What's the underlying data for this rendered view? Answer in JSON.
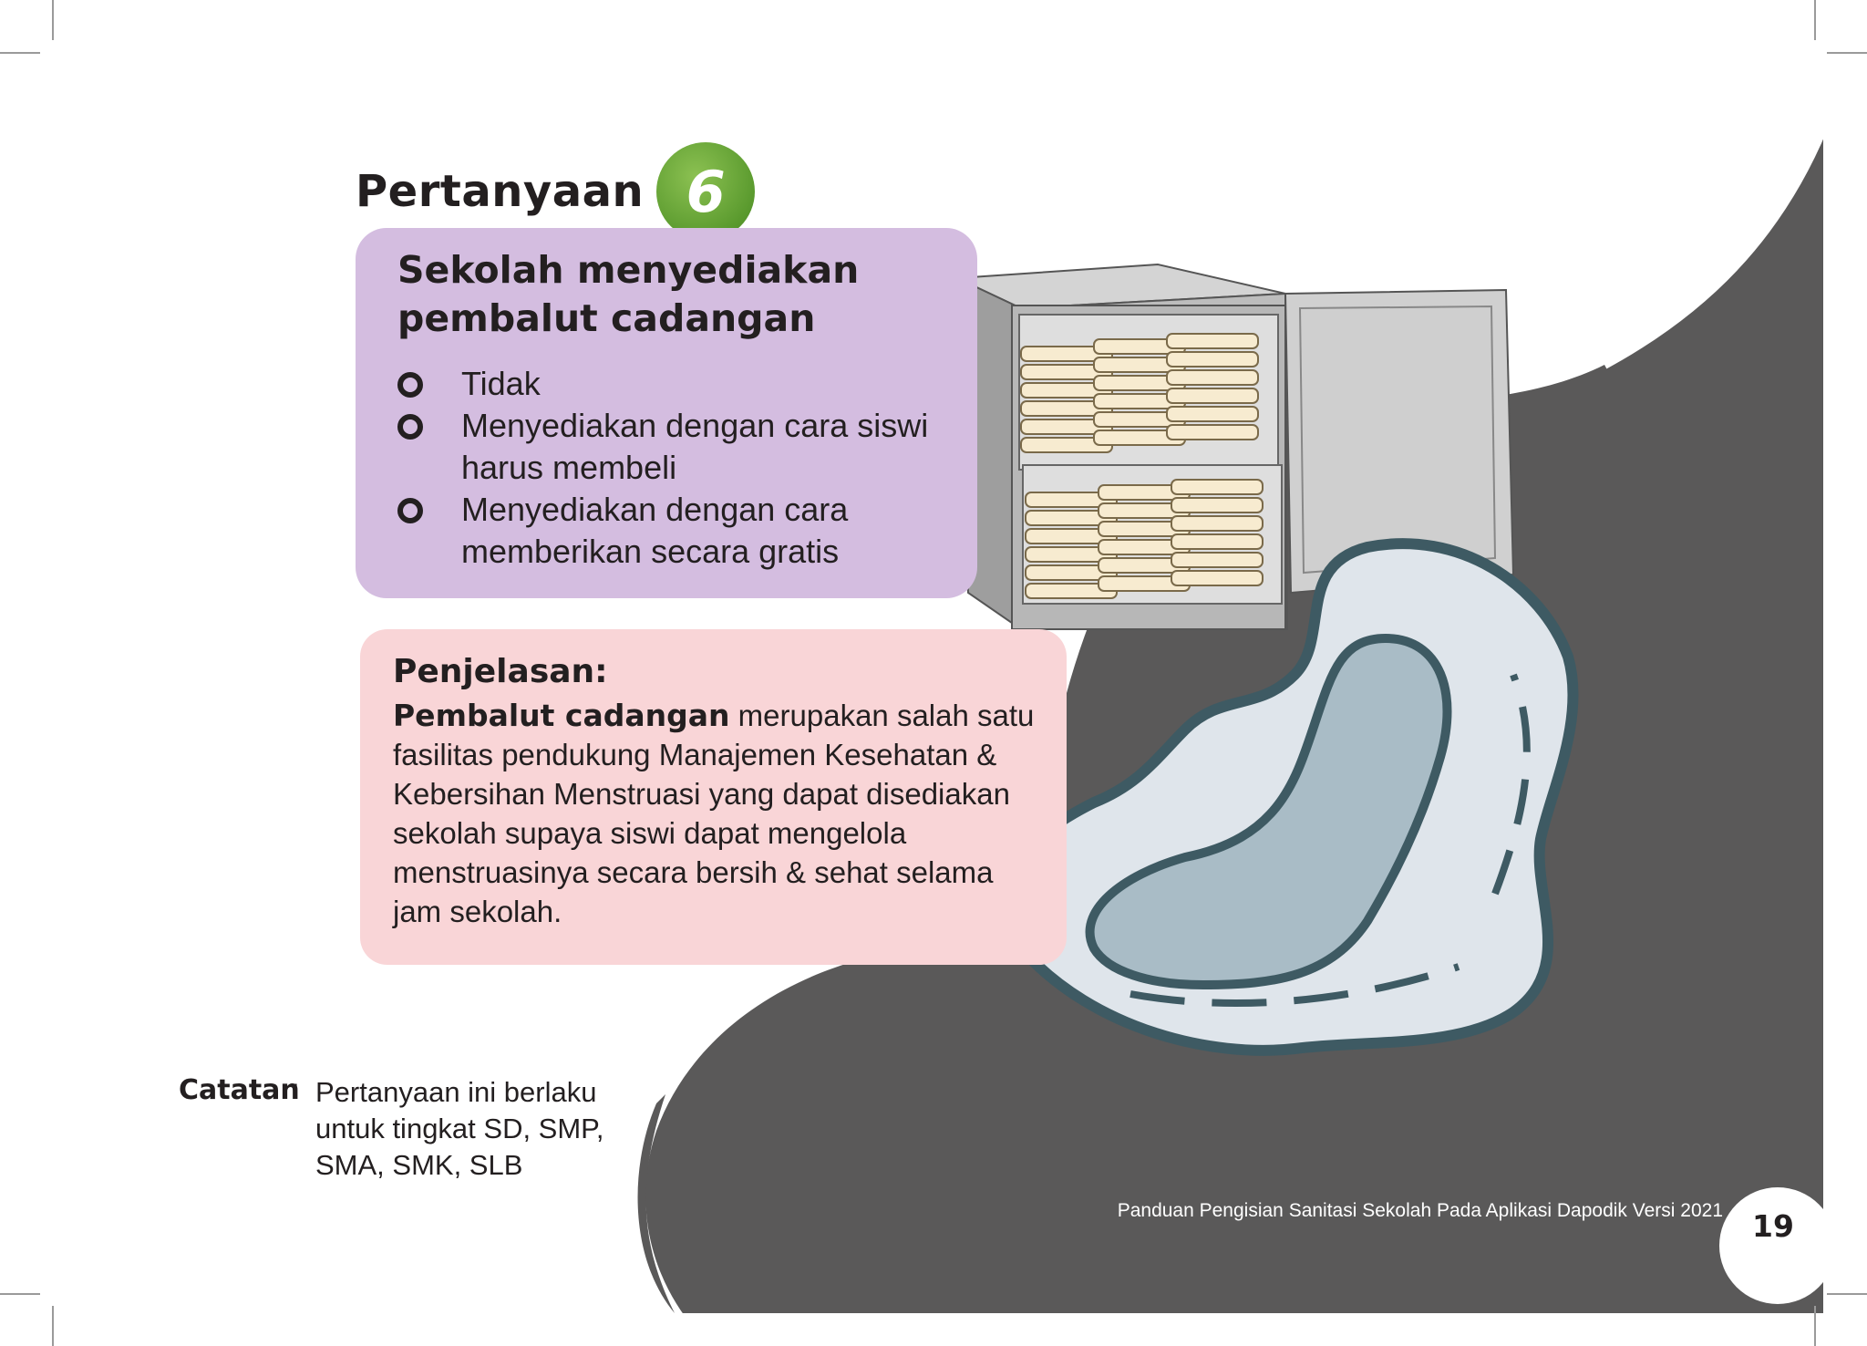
{
  "question": {
    "title": "Pertanyaan",
    "number": "6",
    "heading": "Sekolah menyediakan pembalut cadangan",
    "options": [
      "Tidak",
      "Menyediakan dengan cara siswi harus membeli",
      "Menyediakan dengan cara memberikan secara gratis"
    ]
  },
  "explanation": {
    "heading": "Penjelasan:",
    "bold_lead": "Pembalut cadangan",
    "text": " merupakan salah satu fasilitas pendukung Manajemen Kesehatan & Kebersihan Menstruasi yang dapat disediakan sekolah supaya siswi dapat mengelola menstruasinya secara bersih & sehat selama jam sekolah."
  },
  "note": {
    "label": "Catatan",
    "colon": ":",
    "text": "Pertanyaan ini berlaku untuk tingkat SD, SMP, SMA, SMK, SLB"
  },
  "footer": {
    "text": "Panduan Pengisian Sanitasi Sekolah Pada Aplikasi Dapodik Versi 2021",
    "page_number": "19"
  },
  "colors": {
    "question_box": "#d4bde0",
    "explanation_box": "#f9d5d7",
    "badge": "#5a9a2e",
    "dark_shape": "#5a5959",
    "pad_fill": "#dfe5eb",
    "pad_stroke": "#3e5a63",
    "cabinet": "#b8b8b8"
  },
  "illustrations": [
    "cabinet-with-pads",
    "sanitary-pad"
  ]
}
